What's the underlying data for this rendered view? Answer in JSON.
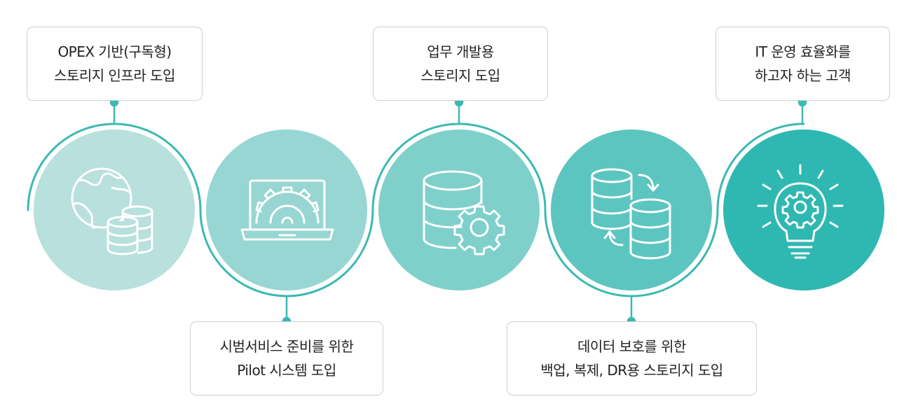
{
  "colors": {
    "circle_1": "#b8e0dd",
    "circle_2": "#97d6d2",
    "circle_3": "#7fd0cb",
    "circle_4": "#5cc5bf",
    "circle_5": "#2fb8b1",
    "connector": "#3bb9b2",
    "box_border": "#cfcfcf"
  },
  "steps": [
    {
      "label_line1": "OPEX 기반(구독형)",
      "label_line2": "스토리지 인프라 도입",
      "icon": "globe-database-icon"
    },
    {
      "label_line1": "시범서비스 준비를 위한",
      "label_line2": "Pilot 시스템 도입",
      "icon": "laptop-gear-icon"
    },
    {
      "label_line1": "업무 개발용",
      "label_line2": "스토리지 도입",
      "icon": "database-gear-icon"
    },
    {
      "label_line1": "데이터 보호를 위한",
      "label_line2": "백업, 복제, DR용 스토리지 도입",
      "icon": "database-sync-icon"
    },
    {
      "label_line1": "IT 운영 효율화를",
      "label_line2": "하고자 하는 고객",
      "icon": "lightbulb-gear-icon"
    }
  ]
}
